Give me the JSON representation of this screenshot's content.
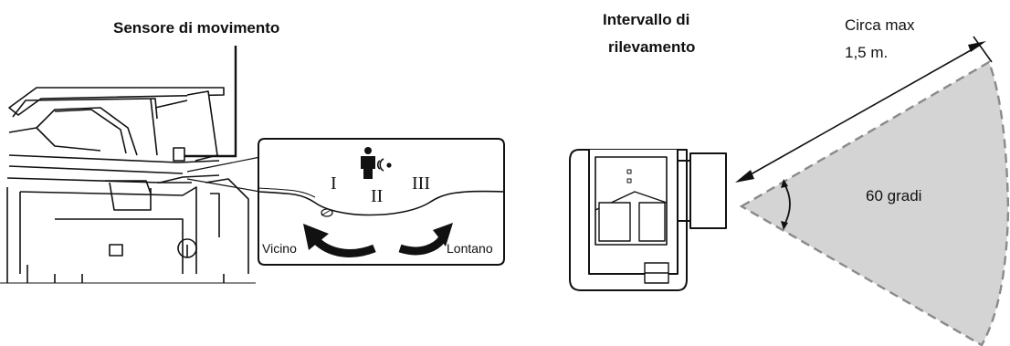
{
  "left": {
    "title": "Sensore di movimento",
    "zones": [
      "I",
      "II",
      "III"
    ],
    "near_label": "Vicino",
    "far_label": "Lontano",
    "person_icon": "person-presence-icon"
  },
  "right": {
    "title_line1": "Intervallo di",
    "title_line2": "rilevamento",
    "distance_line1": "Circa max",
    "distance_line2": "1,5 m.",
    "angle_label": "60 gradi"
  },
  "colors": {
    "stroke": "#111111",
    "cone_fill": "#d4d4d4",
    "cone_edge": "#8a8a8a",
    "panel_fill": "#f2f2f2"
  }
}
